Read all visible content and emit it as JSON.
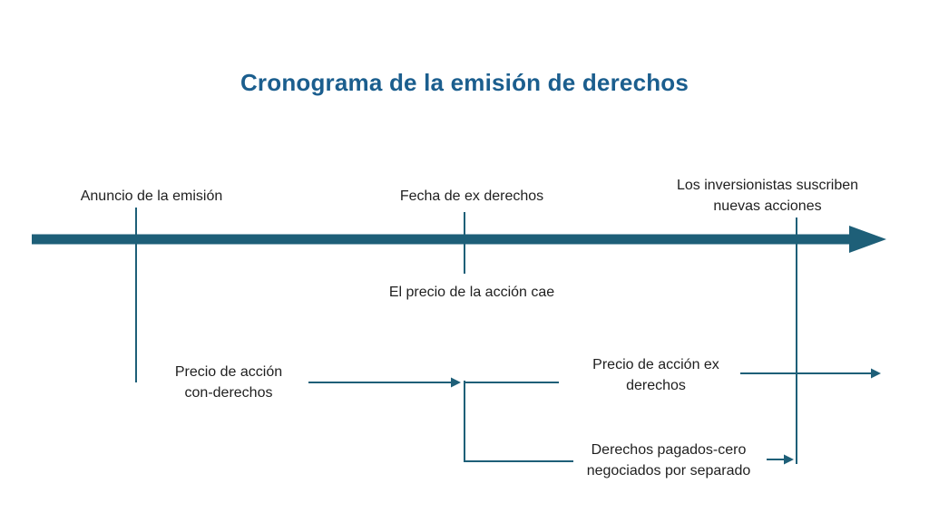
{
  "title": "Cronograma de la emisión de derechos",
  "colors": {
    "accent_teal": "#1e5f78",
    "title_blue": "#1b5e8e",
    "text": "#1f1f1f",
    "background": "#ffffff"
  },
  "timeline": {
    "events_above": [
      {
        "label": "Anuncio de la emisión"
      },
      {
        "label": "Fecha de ex derechos"
      },
      {
        "label": "Los inversionistas suscriben nuevas acciones"
      }
    ],
    "labels_below": [
      {
        "label": "El precio de la acción cae"
      },
      {
        "label": "Precio de acción con-derechos"
      },
      {
        "label": "Precio de acción ex derechos"
      },
      {
        "label": "Derechos pagados-cero negociados por separado"
      }
    ]
  }
}
